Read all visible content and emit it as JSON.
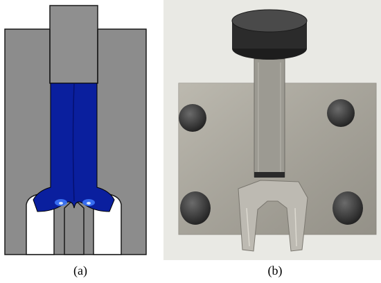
{
  "captions": {
    "a": "(a)",
    "b": "(b)"
  },
  "colors": {
    "simulation_gray": "#8c8c8c",
    "simulation_dark_outline": "#1a1a1a",
    "workpiece_blue": "#0a1f9e",
    "workpiece_highlight": "#3f7bff",
    "photo_background": "#e9e9e4",
    "steel_plate": "#a9a69c",
    "punch_cap": "#2b2b2b"
  },
  "icons": {
    "panel_a": "extrusion-simulation-figure",
    "panel_b": "die-fixture-photo-figure"
  }
}
